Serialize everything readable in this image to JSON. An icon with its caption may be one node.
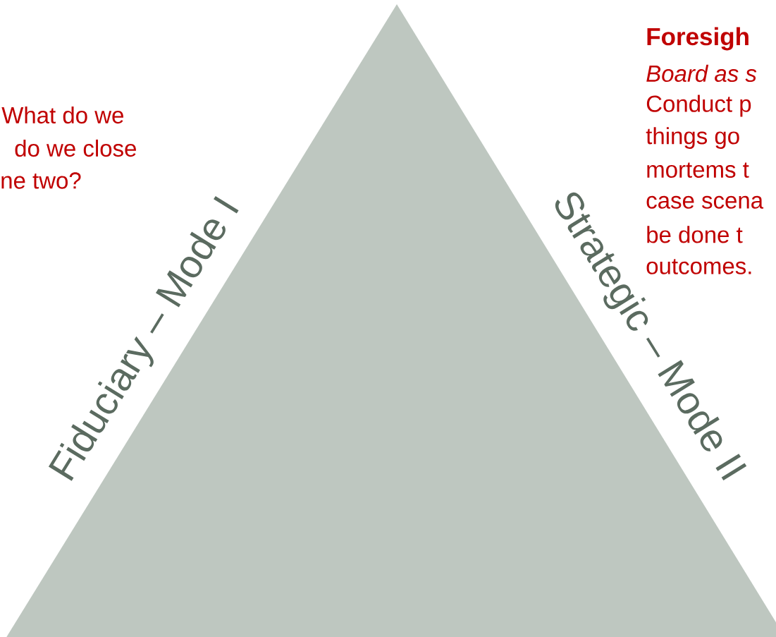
{
  "diagram": {
    "labels": [
      "What do we",
      "do we close",
      "ne two?",
      "Fiduciary – Mode I",
      "Strategic – Mode II",
      "Foresigh",
      "Board as s",
      "Conduct p",
      "things go",
      "mortems t",
      "case scena",
      "be done t",
      "outcomes."
    ]
  }
}
